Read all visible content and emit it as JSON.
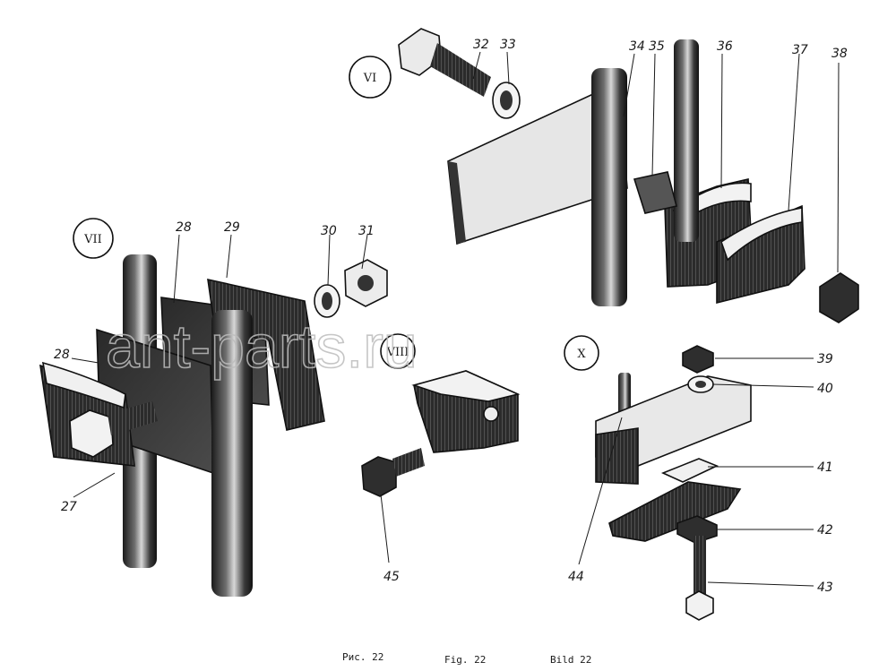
{
  "diagram": {
    "group_labels": [
      "VI",
      "VII",
      "VIII",
      "X"
    ],
    "parts": [
      "27",
      "28",
      "28",
      "29",
      "30",
      "31",
      "32",
      "33",
      "34",
      "35",
      "36",
      "37",
      "38",
      "39",
      "40",
      "41",
      "42",
      "43",
      "44",
      "45"
    ],
    "captions": [
      "Рис. 22",
      "Fig. 22",
      "Bild 22"
    ],
    "watermark": "ant-parts.ru"
  }
}
